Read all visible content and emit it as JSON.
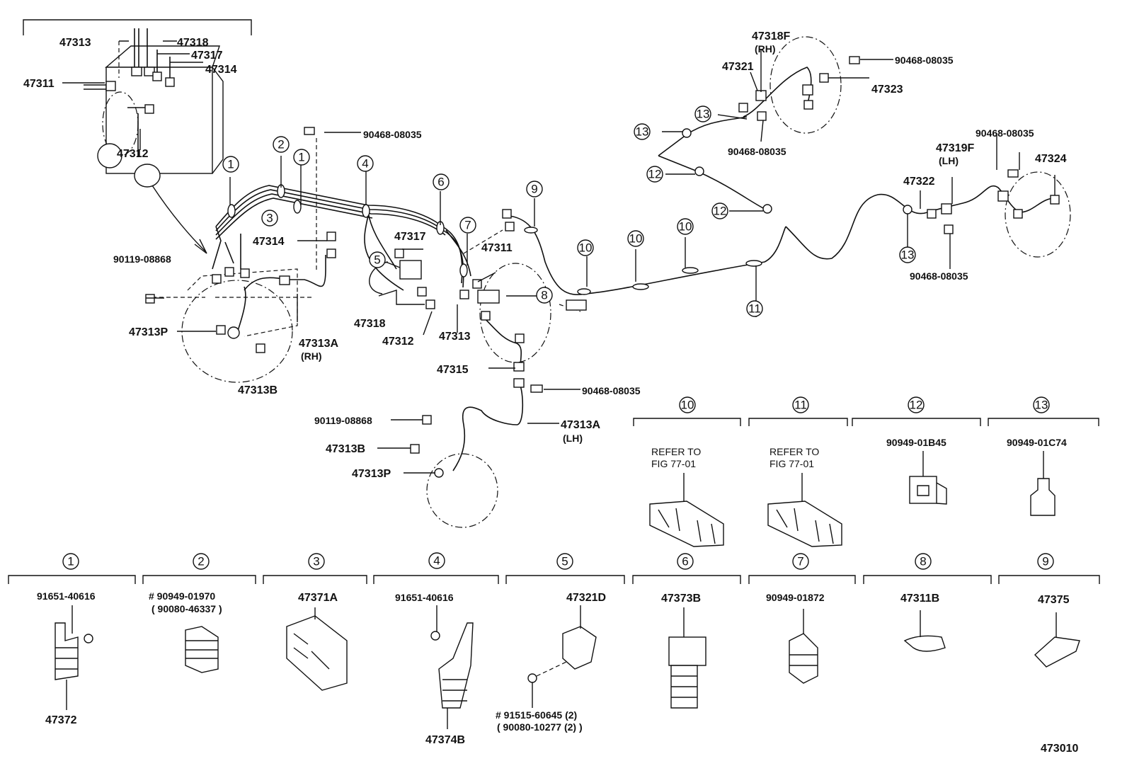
{
  "assembly": {
    "labels": [
      "47313",
      "47318",
      "47317",
      "47314",
      "47311",
      "47312"
    ]
  },
  "main_labels": {
    "l47314b": "47314",
    "l90119a": "90119-08868",
    "l47313p_a": "47313P",
    "l47313a_rh": "47313A",
    "rh_a": "(RH)",
    "l47313b_a": "47313B",
    "l90468_a": "90468-08035",
    "l47317b": "47317",
    "l47311b": "47311",
    "l47318b": "47318",
    "l47312b": "47312",
    "l47313c": "47313",
    "l47315": "47315",
    "l90468_b": "90468-08035",
    "l90119b": "90119-08868",
    "l47313a_lh": "47313A",
    "lh_a": "(LH)",
    "l47313b_b": "47313B",
    "l47313p_b": "47313P",
    "l47318f": "47318F",
    "rh_b": "(RH)",
    "l47321": "47321",
    "l90468_c": "90468-08035",
    "l47323": "47323",
    "l90468_d": "90468-08035",
    "l90468_e": "90468-08035",
    "l47319f": "47319F",
    "lh_b": "(LH)",
    "l47324": "47324",
    "l47322": "47322",
    "l90468_f": "90468-08035",
    "fig_code": "473010"
  },
  "callouts": [
    "1",
    "2",
    "3",
    "4",
    "5",
    "6",
    "7",
    "8",
    "9",
    "10",
    "11",
    "12",
    "13"
  ],
  "legend_top": {
    "p10_ref": "REFER TO",
    "p10_fig": "FIG 77-01",
    "p11_ref": "REFER TO",
    "p11_fig": "FIG 77-01",
    "p12_pn": "90949-01B45",
    "p13_pn": "90949-01C74"
  },
  "legend_bottom": {
    "p1_pn": "91651-40616",
    "p1_part": "47372",
    "p2_pn": "# 90949-01970",
    "p2_alt": "( 90080-46337 )",
    "p3_part": "47371A",
    "p4_pn": "91651-40616",
    "p4_part": "47374B",
    "p5_part": "47321D",
    "p5_bolt": "# 91515-60645 (2)",
    "p5_alt": "( 90080-10277 (2) )",
    "p6_part": "47373B",
    "p7_pn": "90949-01872",
    "p8_part": "47311B",
    "p9_part": "47375"
  }
}
